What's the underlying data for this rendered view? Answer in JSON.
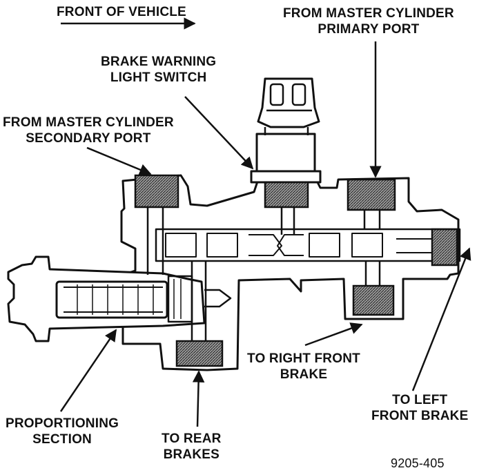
{
  "colors": {
    "ink": "#111111",
    "paper": "#ffffff",
    "seal": "#777777"
  },
  "labels": {
    "front_of_vehicle": "FRONT OF VEHICLE",
    "primary_port_1": "FROM MASTER CYLINDER",
    "primary_port_2": "PRIMARY PORT",
    "warning_switch_1": "BRAKE WARNING",
    "warning_switch_2": "LIGHT SWITCH",
    "secondary_port_1": "FROM MASTER CYLINDER",
    "secondary_port_2": "SECONDARY PORT",
    "right_front_1": "TO RIGHT FRONT",
    "right_front_2": "BRAKE",
    "left_front_1": "TO LEFT",
    "left_front_2": "FRONT BRAKE",
    "proportioning_1": "PROPORTIONING",
    "proportioning_2": "SECTION",
    "rear_1": "TO REAR",
    "rear_2": "BRAKES",
    "figure_number": "9205-405"
  }
}
